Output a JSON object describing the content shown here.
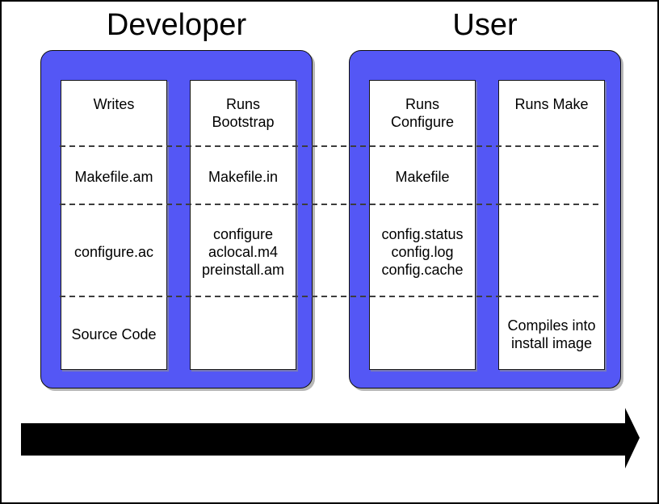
{
  "canvas": {
    "background": "#ffffff",
    "border_color": "#000000"
  },
  "colors": {
    "group_box_blue": "#5457F5",
    "arrow_black": "#000000",
    "dashed_line_gray": "#3d3d3d"
  },
  "groups": {
    "developer": {
      "title": "Developer",
      "columns": {
        "writes": {
          "sections": [
            "Writes",
            "Makefile.am",
            "configure.ac",
            "Source Code"
          ]
        },
        "bootstrap": {
          "sections": [
            "Runs\nBootstrap",
            "Makefile.in",
            "configure\naclocal.m4\npreinstall.am",
            ""
          ]
        }
      }
    },
    "user": {
      "title": "User",
      "columns": {
        "configure": {
          "sections": [
            "Runs\nConfigure",
            "Makefile",
            "config.status\nconfig.log\nconfig.cache",
            ""
          ]
        },
        "make": {
          "sections": [
            "Runs Make",
            "",
            "",
            "Compiles into\ninstall image"
          ]
        }
      }
    }
  }
}
